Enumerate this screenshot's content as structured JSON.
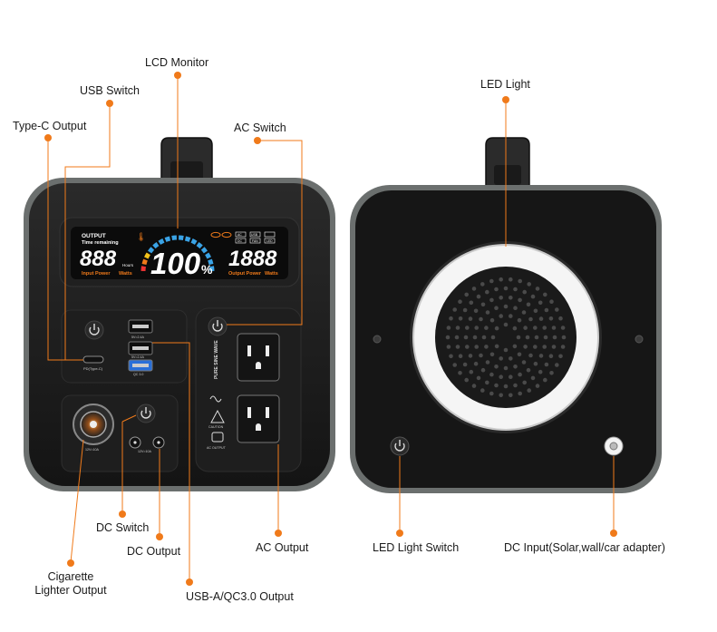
{
  "colors": {
    "accent": "#f07a1a",
    "body_dark": "#1b1b1b",
    "frame_gray": "#6b6f6e",
    "lcd_bg": "#0b0b0b",
    "lcd_blue": "#3aa3e6",
    "led_ring": "#f2f2f2"
  },
  "callouts": {
    "lcd_monitor": "LCD Monitor",
    "usb_switch": "USB Switch",
    "type_c_output": "Type-C Output",
    "ac_switch": "AC Switch",
    "led_light": "LED Light",
    "dc_switch": "DC Switch",
    "dc_output": "DC Output",
    "cig_line1": "Cigarette",
    "cig_line2": "Lighter Output",
    "usb_a_output": "USB-A/QC3.0 Output",
    "ac_output": "AC Output",
    "led_light_switch": "LED Light Switch",
    "dc_input": "DC Input(Solar,wall/car adapter)"
  },
  "lcd": {
    "output_label": "OUTPUT",
    "time_remaining": "Time remaining",
    "left_digits": "888",
    "hours_unit": "Hours",
    "input_power": "Input Power",
    "watts_left": "Watts",
    "percent_digits": "100",
    "percent_sign": "%",
    "right_digits": "1888",
    "output_power": "Output Power",
    "watts_right": "Watts",
    "icons": [
      "AC",
      "DC",
      "USB",
      "FAN",
      "LED"
    ]
  },
  "panel": {
    "type_c_port_label": "PD(Type-C)",
    "usb1_label": "5V=2.4A",
    "usb2_label": "5V=2.4A",
    "qc_label": "QC 3.0",
    "cig_rating": "12V=10A",
    "dc_rating": "12V=10A",
    "pure_sine": "PURE SINE WAVE",
    "caution": "CAUTION",
    "ac_output_small": "AC OUTPUT"
  }
}
